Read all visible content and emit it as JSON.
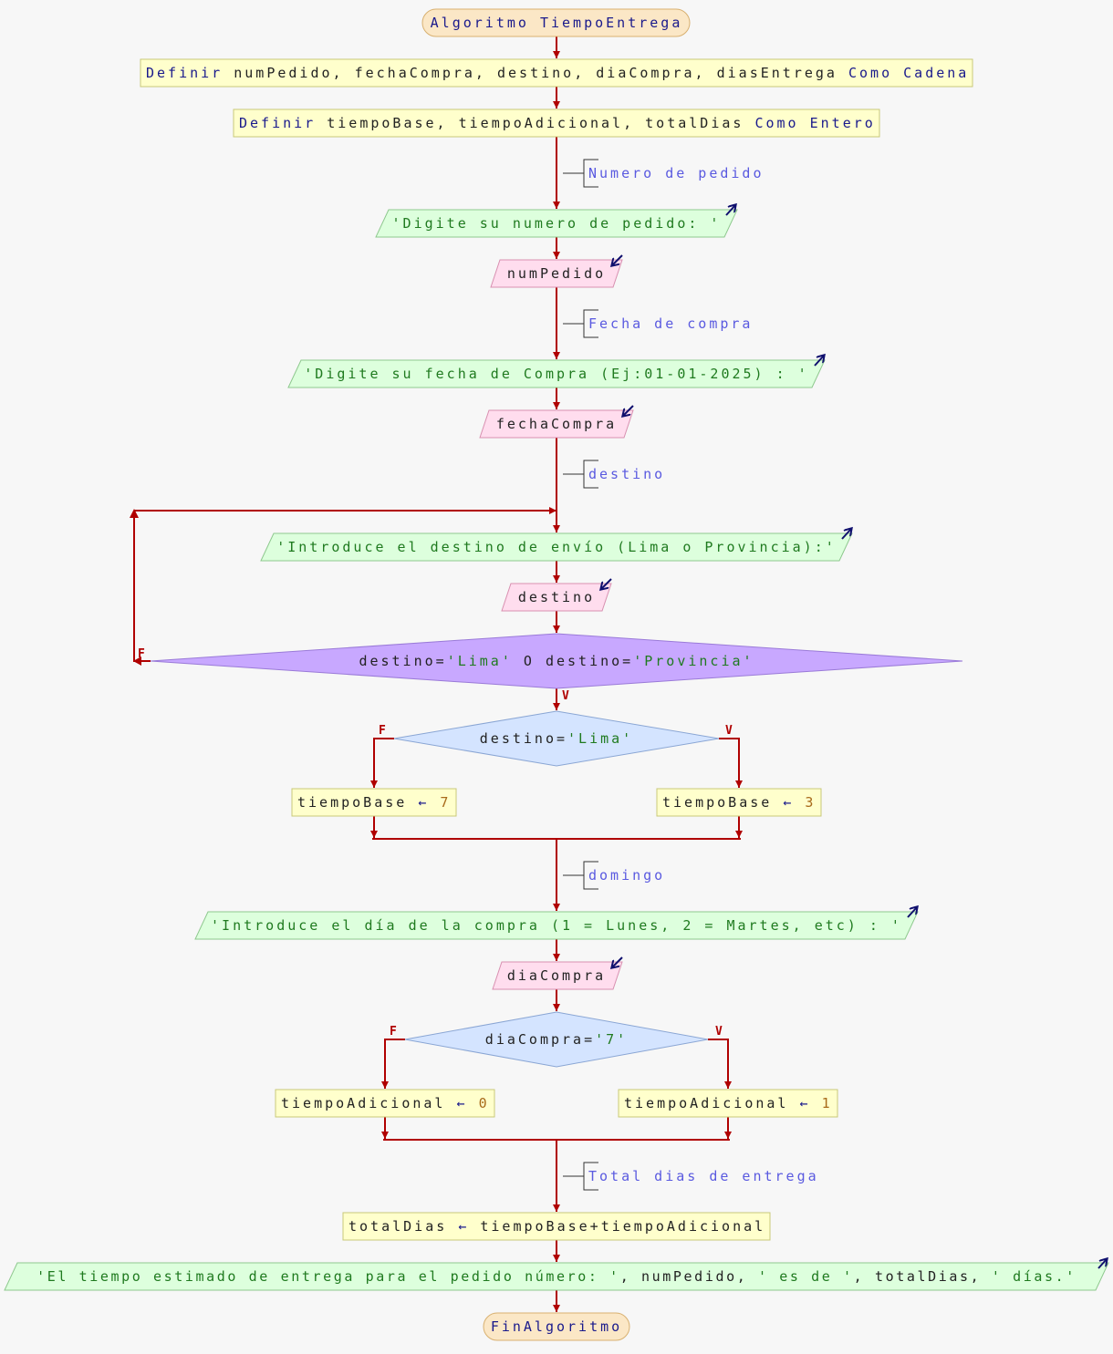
{
  "start": "Algoritmo TiempoEntrega",
  "end": "FinAlgoritmo",
  "def1": {
    "kw": "Definir",
    "vars": "numPedido, fechaCompra, destino, diaCompra, diasEntrega",
    "type_kw": "Como Cadena"
  },
  "def2": {
    "kw": "Definir",
    "vars": "tiempoBase, tiempoAdicional, totalDias",
    "type_kw": "Como Entero"
  },
  "comments": {
    "pedido": "Numero de pedido",
    "fecha": "Fecha de compra",
    "destino": "destino",
    "domingo": "domingo",
    "total": "Total dias de entrega"
  },
  "out_pedido": "'Digite su numero de pedido: '",
  "in_pedido": "numPedido",
  "out_fecha": "'Digite su fecha de Compra (Ej:01-01-2025) : '",
  "in_fecha": "fechaCompra",
  "out_destino": "'Introduce el destino de envío (Lima o Provincia):'",
  "in_destino": "destino",
  "cond_loop": {
    "a": "destino=",
    "b": "'Lima'",
    "c": " O destino=",
    "d": "'Provincia'"
  },
  "cond_lima": {
    "a": "destino=",
    "b": "'Lima'"
  },
  "tb7": {
    "var": "tiempoBase",
    "arrow": "←",
    "val": "7"
  },
  "tb3": {
    "var": "tiempoBase",
    "arrow": "←",
    "val": "3"
  },
  "out_dia": "'Introduce el día de la compra (1 = Lunes, 2 = Martes, etc) : '",
  "in_dia": "diaCompra",
  "cond_dia": {
    "a": "diaCompra=",
    "b": "'7'"
  },
  "ta0": {
    "var": "tiempoAdicional",
    "arrow": "←",
    "val": "0"
  },
  "ta1": {
    "var": "tiempoAdicional",
    "arrow": "←",
    "val": "1"
  },
  "total": {
    "var": "totalDias",
    "arrow": "←",
    "expr": "tiempoBase+tiempoAdicional"
  },
  "out_final": {
    "s1": "'El tiempo estimado de entrega para el pedido número: '",
    "sep1": ", ",
    "v1": "numPedido",
    "sep2": ", ",
    "s2": "' es de '",
    "sep3": ", ",
    "v2": "totalDias",
    "sep4": ", ",
    "s3": "' días.'"
  },
  "labels": {
    "false": "F",
    "true": "V"
  },
  "colors": {
    "flow": "#b00000",
    "terminal_fill": "#fbe7c6",
    "process_fill": "#ffffcc",
    "output_fill": "#ddffdd",
    "input_fill": "#ffddee",
    "loop_decision_fill": "#c8a8ff",
    "decision_fill": "#d4e4ff"
  }
}
